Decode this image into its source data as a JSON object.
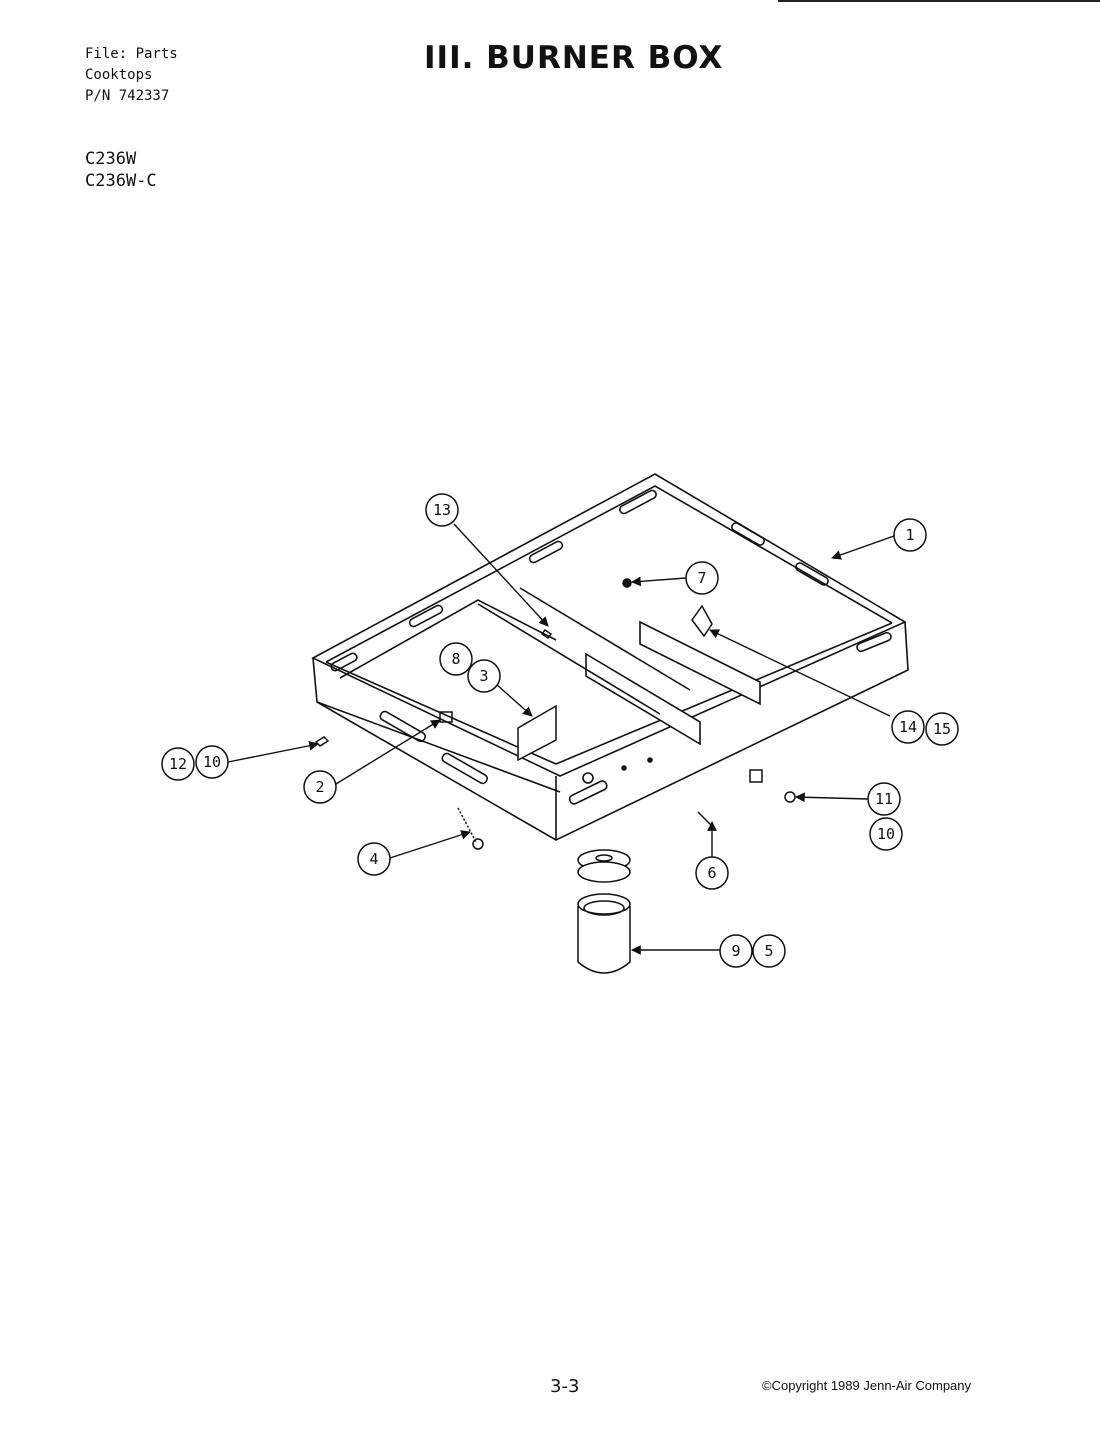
{
  "header": {
    "file_line": "File: Parts",
    "category_line": "Cooktops",
    "pn_line": "P/N 742337",
    "title": "III. BURNER BOX"
  },
  "models": [
    "C236W",
    "C236W-C"
  ],
  "callouts": [
    "1",
    "2",
    "3",
    "4",
    "5",
    "6",
    "7",
    "8",
    "9",
    "10",
    "10",
    "11",
    "12",
    "13",
    "14",
    "15"
  ],
  "footer": {
    "page": "3-3",
    "copyright": "©Copyright 1989 Jenn-Air Company"
  }
}
